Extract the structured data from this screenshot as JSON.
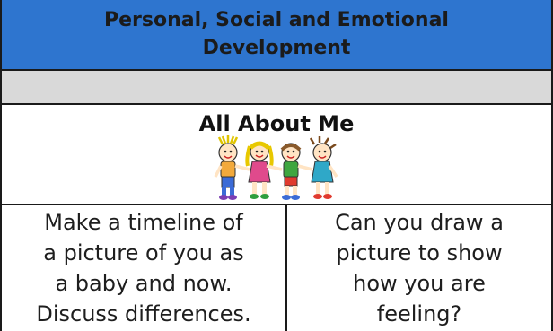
{
  "header": {
    "title": "Personal, Social and Emotional Development"
  },
  "topic": {
    "title": "All About Me",
    "image_icon": "children-holding-hands-icon"
  },
  "activities": [
    {
      "lines": [
        "Make a timeline of",
        "a picture of you as",
        "a baby and now.",
        "Discuss differences."
      ]
    },
    {
      "lines": [
        "Can you draw a",
        "picture to show",
        "how you are",
        "feeling?"
      ]
    }
  ],
  "colors": {
    "header_bg": "#2e75cf",
    "band_bg": "#d9d9d9",
    "border": "#1a1a1a"
  }
}
